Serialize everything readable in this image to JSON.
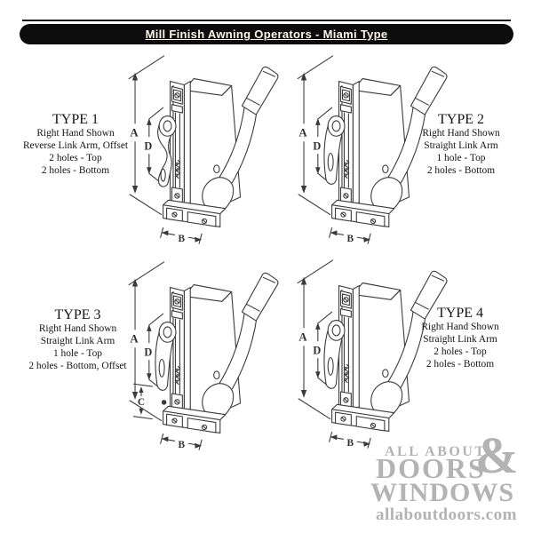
{
  "header": {
    "title": "Mill Finish Awning Operators - Miami Type"
  },
  "types": [
    {
      "title": "TYPE 1",
      "desc_lines": [
        "Right Hand Shown",
        "Reverse Link Arm, Offset",
        "2 holes - Top",
        "2 holes - Bottom"
      ],
      "dims": {
        "a": "A",
        "d": "D",
        "b": "B"
      }
    },
    {
      "title": "TYPE 2",
      "desc_lines": [
        "Right Hand Shown",
        "Straight Link Arm",
        "1 hole - Top",
        "2 holes - Bottom"
      ],
      "dims": {
        "a": "A",
        "d": "D",
        "b": "B"
      }
    },
    {
      "title": "TYPE 3",
      "desc_lines": [
        "Right Hand Shown",
        "Straight Link Arm",
        "1 hole - Top",
        "2 holes - Bottom, Offset"
      ],
      "dims": {
        "a": "A",
        "d": "D",
        "c": "C",
        "b": "B"
      }
    },
    {
      "title": "TYPE 4",
      "desc_lines": [
        "Right Hand Shown",
        "Straight Link Arm",
        "2 holes - Top",
        "2 holes - Bottom"
      ],
      "dims": {
        "a": "A",
        "d": "D",
        "b": "B"
      }
    }
  ],
  "watermark": {
    "line1": "ALL ABOUT",
    "ampersand": "&",
    "line2": "DOORS",
    "line3": "WINDOWS",
    "url": "allaboutdoors.com"
  },
  "colors": {
    "banner_bg": "#0c0c0c",
    "banner_text": "#fbf6ea",
    "drawing_line": "#3a3a3a",
    "watermark_gray": "#b3b3b3"
  }
}
